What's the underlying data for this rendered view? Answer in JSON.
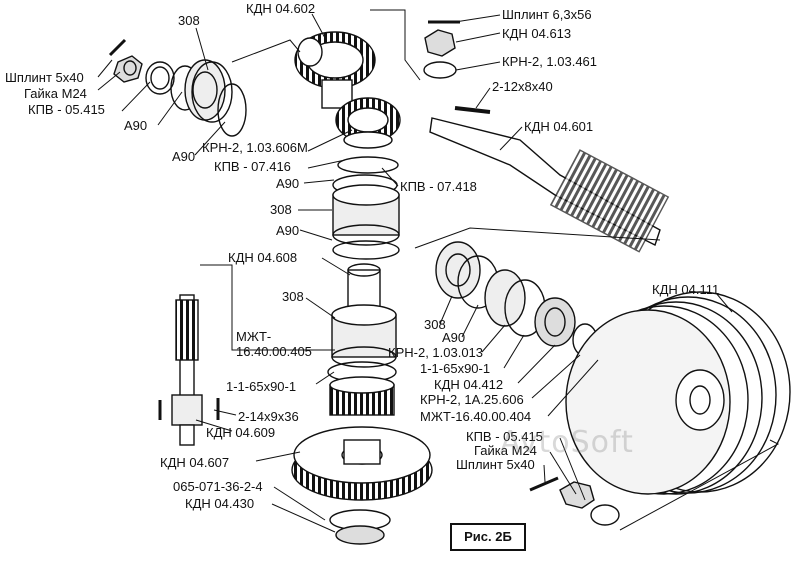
{
  "figure": {
    "caption": "Рис. 2Б",
    "watermark": "AvtoSoft"
  },
  "labels": {
    "shplint_5x40_top": "Шплинт 5х40",
    "gayka_m24_top": "Гайка М24",
    "kpv_05415_top": "КПВ - 05.415",
    "a90_1": "А90",
    "n308_1": "308",
    "kdn_04602": "КДН 04.602",
    "a90_2": "А90",
    "krn_1_03_606m": "КРН-2, 1.03.606М",
    "kpv_07416": "КПВ - 07.416",
    "a90_3": "А90",
    "kpv_07418": "КПВ - 07.418",
    "n308_2": "308",
    "a90_4": "А90",
    "kdn_04608": "КДН 04.608",
    "n308_3": "308",
    "mzht_1": "МЖТ-",
    "mzht_2": "16.40.00.405",
    "r_1165_1": "1-1-65х90-1",
    "key_2_14": "2-14х9х36",
    "kdn_04609": "КДН 04.609",
    "kdn_04607": "КДН 04.607",
    "o65": "065-071-36-2-4",
    "kdn_04430": "КДН 04.430",
    "shplint_63": "Шплинт 6,3х56",
    "kdn_04613": "КДН 04.613",
    "krn_1_03_461": "КРН-2, 1.03.461",
    "key_2_12": "2-12х8х40",
    "kdn_04601": "КДН 04.601",
    "n308_4": "308",
    "a90_5": "А90",
    "krn_1_03_013": "КРН-2, 1.03.013",
    "r_1165_2": "1-1-65х90-1",
    "kdn_04412": "КДН 04.412",
    "krn_1a_25_606": "КРН-2, 1А.25.606",
    "mzht_404": "МЖТ-16.40.00.404",
    "kdn_04111": "КДН 04.111",
    "kpv_05415_bot": "КПВ - 05.415",
    "gayka_m24_bot": "Гайка М24",
    "shplint_5x40_bot": "Шплинт 5х40"
  }
}
